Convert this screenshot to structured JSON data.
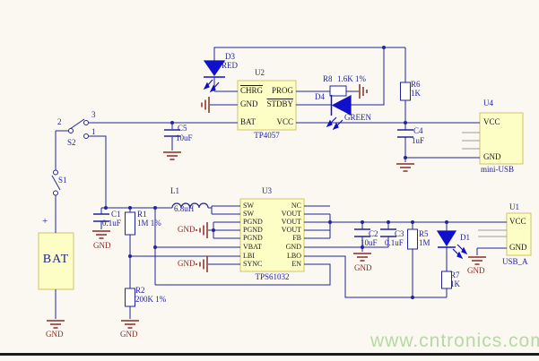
{
  "watermark": "www.cntronics.com",
  "ground_label": "GND",
  "colors": {
    "wire": "#23239b",
    "led": "#1111cc",
    "ground_symbol": "#8b2a25",
    "ic_fill": "#fdfdc6",
    "ic_border": "#cfc36b",
    "watermark_green": "#b9d7a8"
  },
  "components": {
    "u2": {
      "ref": "U2",
      "part": "TP4057",
      "pins_left": [
        "CHRG",
        "GND",
        "BAT"
      ],
      "pins_right": [
        "PROG",
        "STDBY",
        "VCC"
      ]
    },
    "u3": {
      "ref": "U3",
      "part": "TPS61032",
      "pins_left": [
        "SW",
        "SW",
        "PGND",
        "PGND",
        "PGND",
        "VBAT",
        "LBI",
        "SYNC"
      ],
      "pins_right": [
        "NC",
        "VOUT",
        "VOUT",
        "VOUT",
        "FB",
        "GND",
        "LBO",
        "EN"
      ]
    },
    "u4": {
      "ref": "U4",
      "part": "mini-USB",
      "pins": [
        "VCC",
        "GND"
      ]
    },
    "u1": {
      "ref": "U1",
      "part": "USB_A",
      "pins": [
        "VCC",
        "GND"
      ]
    },
    "bat": {
      "ref": "BAT",
      "plus": "+"
    },
    "s1": {
      "ref": "S1"
    },
    "s2": {
      "ref": "S2",
      "p1": "1",
      "p2": "2",
      "p3": "3"
    },
    "d1": {
      "ref": "D1"
    },
    "d3": {
      "ref": "D3",
      "note": "RED"
    },
    "d4": {
      "ref": "D4",
      "note": "GREEN"
    },
    "r1": {
      "ref": "R1",
      "value": "1M 1%"
    },
    "r2": {
      "ref": "R2",
      "value": "200K 1%"
    },
    "r5": {
      "ref": "R5",
      "value": "1M"
    },
    "r6": {
      "ref": "R6",
      "value": "1K"
    },
    "r7": {
      "ref": "R7",
      "value": "1K"
    },
    "r8": {
      "ref": "R8",
      "value": "1.6K 1%"
    },
    "c1": {
      "ref": "C1",
      "value": "0.1uF"
    },
    "c2": {
      "ref": "C2",
      "value": "10uF"
    },
    "c3": {
      "ref": "C3",
      "value": "0.1uF"
    },
    "c4": {
      "ref": "C4",
      "value": "1uF"
    },
    "c5": {
      "ref": "C5",
      "value": "10uF"
    },
    "l1": {
      "ref": "L1",
      "value": "6.8uH"
    }
  }
}
